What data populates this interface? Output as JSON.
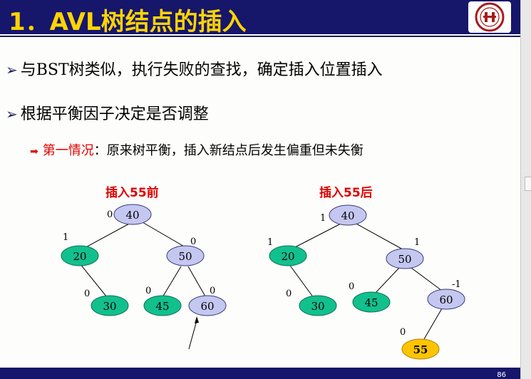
{
  "header": {
    "title": "1．AVL树结点的插入"
  },
  "bullets": [
    "与BST树类似，执行失败的查找，确定插入位置插入",
    "根据平衡因子决定是否调整"
  ],
  "sub_bullet": {
    "lead": "第一情况",
    "rest": "：原来树平衡，插入新结点后发生偏重但未失衡"
  },
  "diagram_before": {
    "title": "插入55前",
    "nodes": {
      "n40": "40",
      "n20": "20",
      "n50": "50",
      "n30": "30",
      "n45": "45",
      "n60": "60"
    },
    "balance": {
      "b40": "0",
      "b20": "1",
      "b50": "0",
      "b30": "0",
      "b45": "0",
      "b60": "0"
    }
  },
  "diagram_after": {
    "title": "插入55后",
    "nodes": {
      "n40": "40",
      "n20": "20",
      "n50": "50",
      "n30": "30",
      "n45": "45",
      "n60": "60",
      "n55": "55"
    },
    "balance": {
      "b40": "1",
      "b20": "1",
      "b50": "1",
      "b30": "0",
      "b45": "0",
      "b60": "-1",
      "b55": "0"
    }
  },
  "footer": {
    "page": "86"
  },
  "colors": {
    "header_bg": "#16166b",
    "title": "#ffd400",
    "accent_red": "#e00000",
    "node_green": "#12c08e",
    "node_lavender": "#c4c7ef",
    "node_yellow": "#ffc400"
  }
}
